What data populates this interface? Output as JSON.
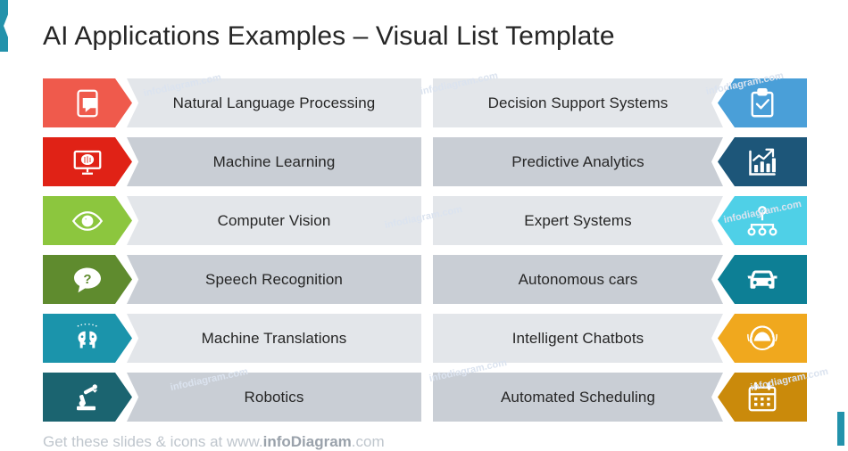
{
  "page": {
    "title": "AI Applications Examples – Visual List Template",
    "footer_prefix": "Get these slides & icons at www.",
    "footer_brand": "infoDiagram",
    "footer_suffix": ".com",
    "accent_color": "#2392ab",
    "bar_shade_light": "#e3e6ea",
    "bar_shade_dark": "#c9ced5",
    "watermark_text": "infodiagram.com"
  },
  "rows": [
    {
      "left": {
        "label": "Natural Language Processing",
        "icon": "smartphone-chat-icon",
        "color": "#ef5a4c",
        "shade": "light"
      },
      "right": {
        "label": "Decision Support Systems",
        "icon": "clipboard-check-icon",
        "color": "#4a9fd8",
        "shade": "light"
      }
    },
    {
      "left": {
        "label": "Machine Learning",
        "icon": "monitor-brain-icon",
        "color": "#e02216",
        "shade": "dark"
      },
      "right": {
        "label": "Predictive Analytics",
        "icon": "bar-chart-growth-icon",
        "color": "#1d5679",
        "shade": "dark"
      }
    },
    {
      "left": {
        "label": "Computer Vision",
        "icon": "eye-icon",
        "color": "#8cc63e",
        "shade": "light"
      },
      "right": {
        "label": "Expert Systems",
        "icon": "hierarchy-icon",
        "color": "#4fd0e7",
        "shade": "light"
      }
    },
    {
      "left": {
        "label": "Speech Recognition",
        "icon": "speech-bubble-question-icon",
        "color": "#5f8b2e",
        "shade": "dark"
      },
      "right": {
        "label": "Autonomous cars",
        "icon": "car-front-icon",
        "color": "#0d7f95",
        "shade": "dark"
      }
    },
    {
      "left": {
        "label": "Machine Translations",
        "icon": "two-heads-icon",
        "color": "#1b94ab",
        "shade": "light"
      },
      "right": {
        "label": "Intelligent Chatbots",
        "icon": "headset-agent-icon",
        "color": "#f0a81e",
        "shade": "light"
      }
    },
    {
      "left": {
        "label": "Robotics",
        "icon": "robot-arm-icon",
        "color": "#1b6470",
        "shade": "dark"
      },
      "right": {
        "label": "Automated Scheduling",
        "icon": "calendar-icon",
        "color": "#ca8a0b",
        "shade": "dark"
      }
    }
  ]
}
